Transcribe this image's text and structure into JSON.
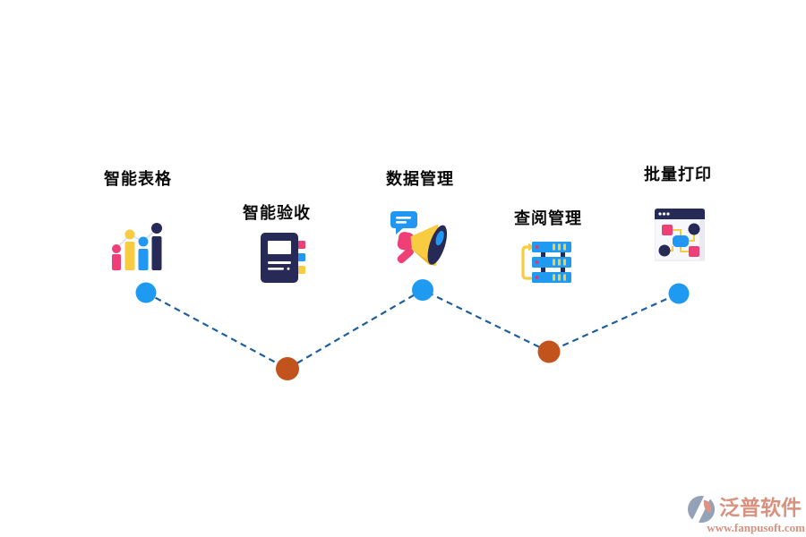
{
  "features": [
    {
      "label": "智能表格",
      "icon": "bar-chart-icon"
    },
    {
      "label": "智能验收",
      "icon": "notebook-icon"
    },
    {
      "label": "数据管理",
      "icon": "megaphone-icon"
    },
    {
      "label": "查阅管理",
      "icon": "server-stack-icon"
    },
    {
      "label": "批量打印",
      "icon": "flowchart-window-icon"
    }
  ],
  "timeline": {
    "peak_node_color": "#1e9bf0",
    "valley_node_color": "#c2531d",
    "dash_line_color": "#1f5f9e"
  },
  "palette": {
    "pink": "#ee3f77",
    "yellow": "#f8cb40",
    "blue": "#2196f3",
    "navy": "#272a56"
  },
  "watermark": {
    "brand": "泛普软件",
    "url": "www.fanpusoft.com",
    "color": "#d8917f"
  }
}
